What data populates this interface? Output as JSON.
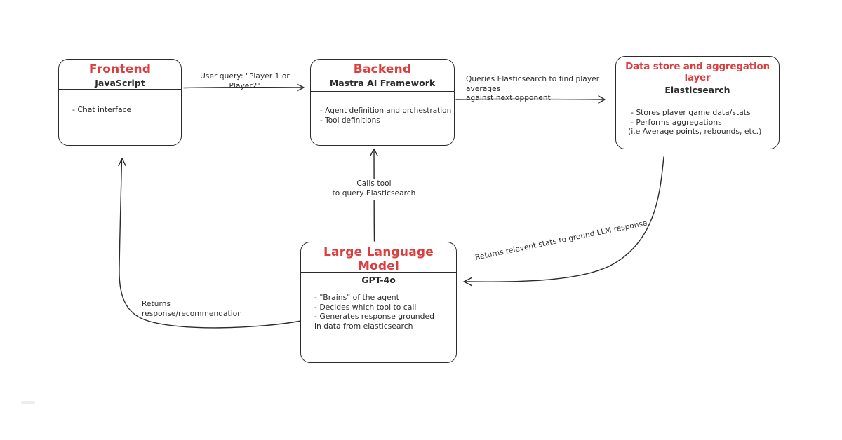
{
  "colors": {
    "accent": "#dd3d3d",
    "ink": "#2b2b2b",
    "background": "#ffffff"
  },
  "nodes": [
    {
      "title": "Frontend",
      "subtitle": "JavaScript",
      "body": [
        "- Chat interface"
      ]
    },
    {
      "title": "Backend",
      "subtitle": "Mastra AI Framework",
      "body": [
        "- Agent definition and orchestration",
        "- Tool definitions"
      ]
    },
    {
      "title": "Data store and aggregation layer",
      "subtitle": "Elasticsearch",
      "body": [
        "- Stores player game data/stats",
        "- Performs aggregations",
        "(i.e Average points, rebounds, etc.)"
      ]
    },
    {
      "title": "Large Language Model",
      "subtitle": "GPT-4o",
      "body": [
        "- \"Brains\" of the agent",
        "- Decides which tool to call",
        "- Generates response grounded",
        "in data from elasticsearch"
      ]
    }
  ],
  "edges": [
    {
      "label": "User query: \"Player 1 or Player2\""
    },
    {
      "label": "Queries Elasticsearch to find player averages\nagainst next opponent"
    },
    {
      "label": "Calls tool\nto query Elasticsearch"
    },
    {
      "label": "Returns relevent stats to ground LLM response"
    },
    {
      "label": "Returns response/recommendation"
    }
  ]
}
